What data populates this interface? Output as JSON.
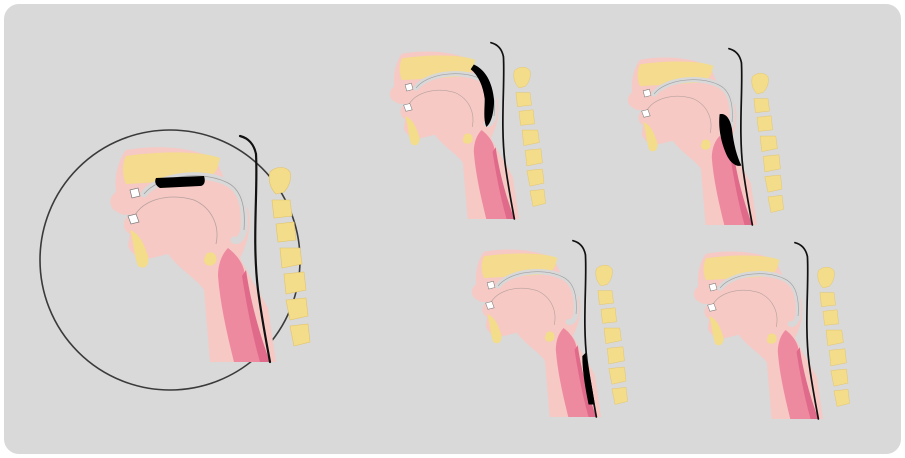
{
  "diagram": {
    "colors": {
      "panel": "#d9d9d9",
      "panel_stroke": "#ffffff",
      "circle_stroke": "#3a3a3a",
      "skin": "#f6c9c4",
      "skin_dark": "#d46a7a",
      "throat_pink": "#ee8aa0",
      "throat_deep": "#e06a8a",
      "bone": "#f3dc8a",
      "palate_gray": "#d8d8d8",
      "outline": "#7a7a7a",
      "airway": "#111111",
      "highlight": "#000000"
    },
    "figures": [
      {
        "id": "reference",
        "blockage": "soft-palate"
      },
      {
        "id": "variant-1",
        "blockage": "velum-curve"
      },
      {
        "id": "variant-2",
        "blockage": "tongue-base"
      },
      {
        "id": "variant-3",
        "blockage": "hypopharynx"
      },
      {
        "id": "variant-4",
        "blockage": "none"
      }
    ]
  }
}
